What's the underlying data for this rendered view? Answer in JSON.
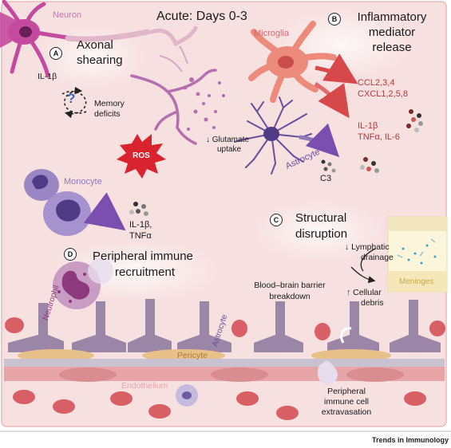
{
  "title": "Acute: Days 0-3",
  "sections": {
    "a": {
      "badge": "A",
      "line1": "Axonal",
      "line2": "shearing"
    },
    "b": {
      "badge": "B",
      "line1": "Inflammatory",
      "line2": "mediator",
      "line3": "release"
    },
    "c": {
      "badge": "C",
      "line1": "Structural",
      "line2": "disruption"
    },
    "d": {
      "badge": "D",
      "line1": "Peripheral immune",
      "line2": "recruitment"
    }
  },
  "cells": {
    "neuron": "Neuron",
    "microglia": "Microglia",
    "astrocyte": "Astrocyte",
    "monocyte": "Monocyte",
    "neutrophil": "Neutrophil",
    "astrocyte_foot": "Astrocyte",
    "pericyte": "Pericyte",
    "endothelium": "Endothelium",
    "meninges": "Meninges"
  },
  "labels": {
    "il1b_neuron": "IL-1β",
    "question": "?",
    "memory1": "Memory",
    "memory2": "deficits",
    "ccl": "CCL2,3,4",
    "cxcl": "CXCL1,2,5,8",
    "il1b_micro": "IL-1β",
    "tnf_il6": "TNFα, IL-6",
    "glut1": "↓ Glutamate",
    "glut2": "uptake",
    "c3": "C3",
    "ros": "ROS",
    "mono1": "IL-1β,",
    "mono2": "TNFα",
    "lymph1": "↓ Lymphatic",
    "lymph2": "drainage",
    "debris1": "↑ Cellular",
    "debris2": "debris",
    "bbb1": "Blood–brain barrier",
    "bbb2": "breakdown",
    "ext1": "Peripheral",
    "ext2": "immune cell",
    "ext3": "extravasation"
  },
  "footer": "Trends in Immunology",
  "colors": {
    "background": "#f7e0e0",
    "neuron": "#c44aa0",
    "microglia": "#ec8a7c",
    "astrocyte": "#8f79b6",
    "monocyte": "#9b86c4",
    "neutrophil": "#c89cc3",
    "ros": "#d9232e",
    "red_text": "#b0383c",
    "endfeet": "#9b86a8",
    "pericyte": "#e8c08a",
    "rbc": "#d95f66"
  }
}
